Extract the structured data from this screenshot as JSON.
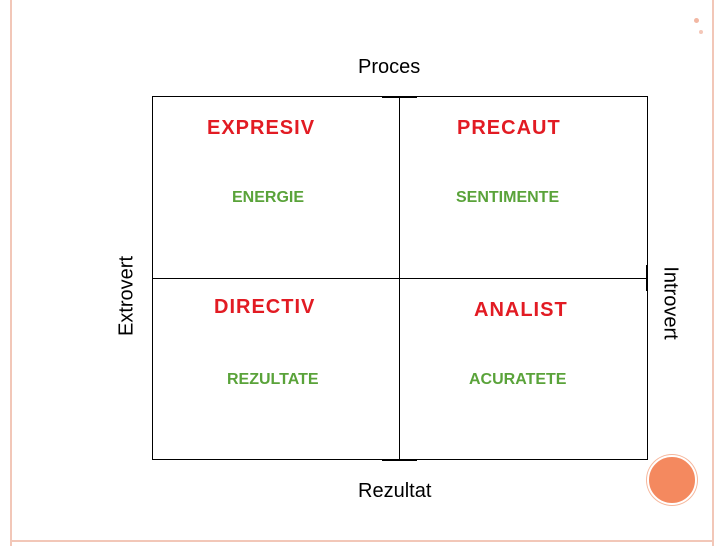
{
  "axes": {
    "top": "Proces",
    "bottom": "Rezultat",
    "left": "Extrovert",
    "right": "Introvert"
  },
  "quadrants": {
    "top_left": {
      "style": "EXPRESIV",
      "trait": "ENERGIE"
    },
    "top_right": {
      "style": "PRECAUT",
      "trait": "SENTIMENTE"
    },
    "bottom_left": {
      "style": "DIRECTIV",
      "trait": "REZULTATE"
    },
    "bottom_right": {
      "style": "ANALIST",
      "trait": "ACURATETE"
    }
  },
  "colors": {
    "style_name": "#e21b23",
    "trait": "#5aa33a",
    "accent": "#f4895f",
    "frame": "#f2c7b8"
  }
}
